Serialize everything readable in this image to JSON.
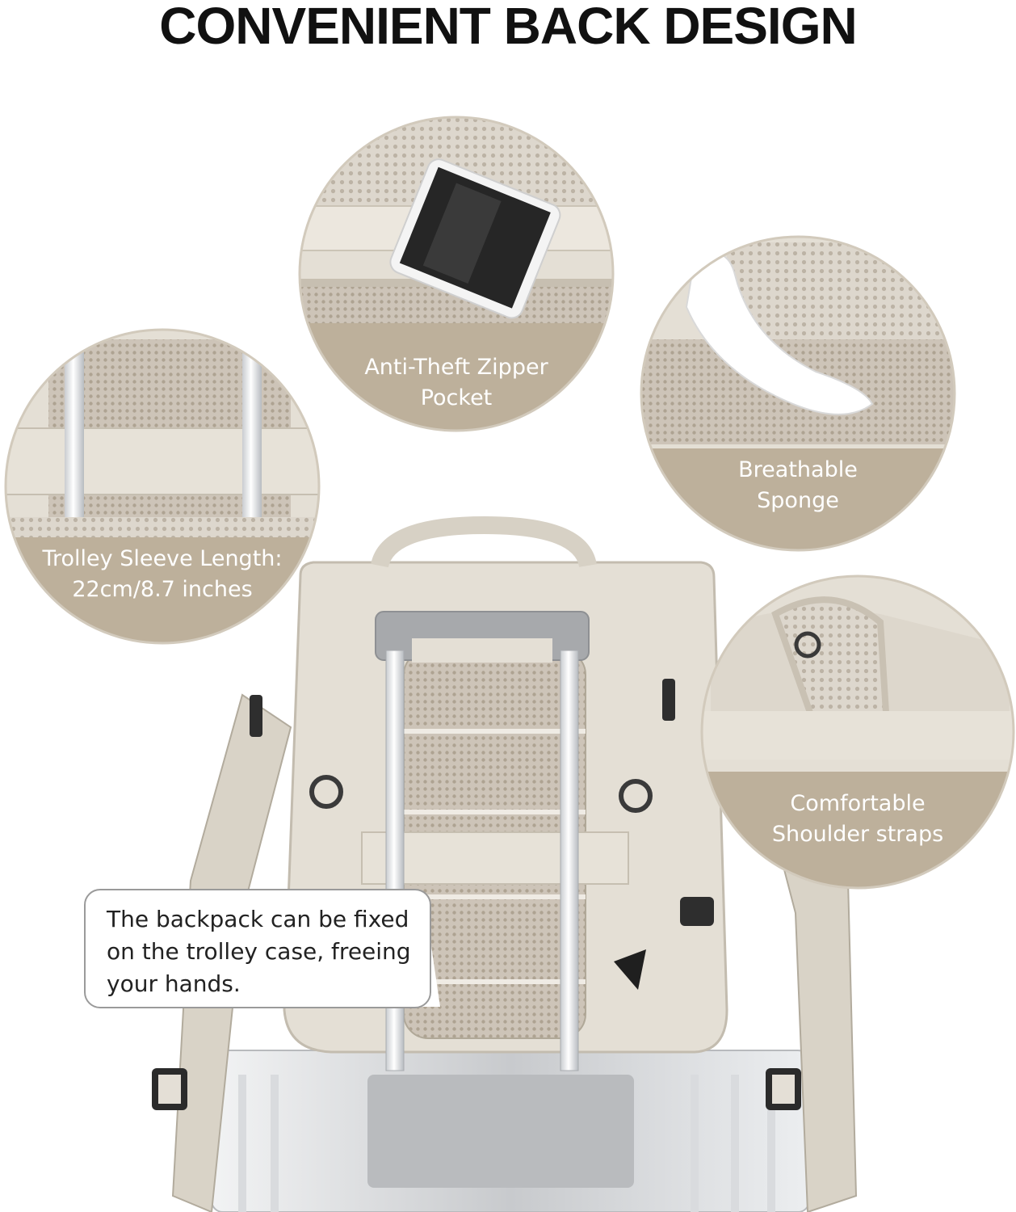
{
  "title": "CONVENIENT BACK DESIGN",
  "features": [
    {
      "line1": "Anti-Theft Zipper",
      "line2": "Pocket"
    },
    {
      "line1": "Trolley Sleeve Length:",
      "line2": "22cm/8.7 inches"
    },
    {
      "line1": "Breathable",
      "line2": "Sponge"
    },
    {
      "line1": "Comfortable",
      "line2": "Shoulder straps"
    }
  ],
  "callout": {
    "line1": "The backpack can be fixed",
    "line2": "on the trolley case, freeing",
    "line3": "your hands."
  },
  "colors": {
    "caption_band": "#bdb09b",
    "backpack": "#e3ded4",
    "mesh": "#cfc6ba",
    "trolley": "#c9cacc",
    "title_text": "#111111"
  }
}
